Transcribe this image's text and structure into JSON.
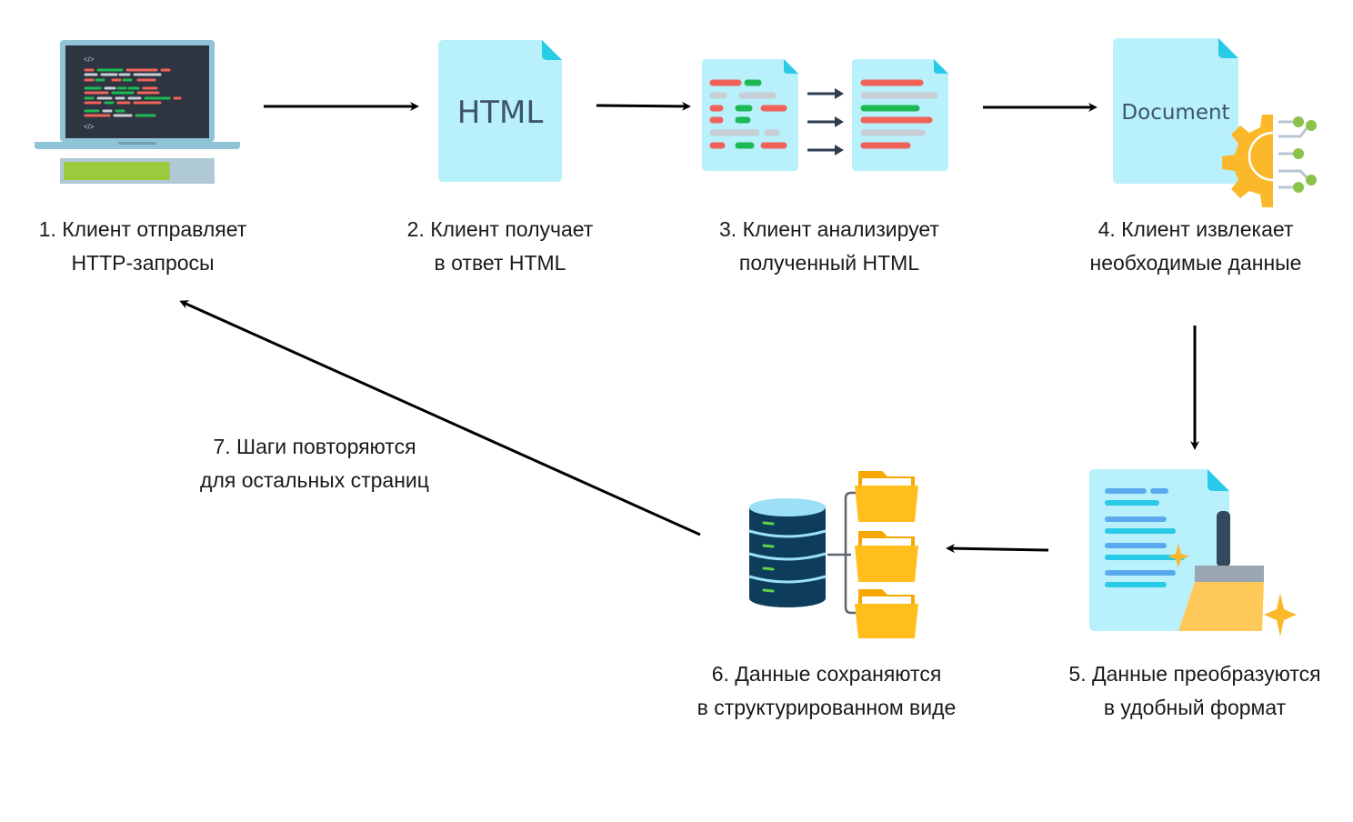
{
  "diagram": {
    "title": "",
    "steps": [
      {
        "number": "1",
        "line1": "1. Клиент отправляет",
        "line2": "HTTP-запросы",
        "icon": "laptop-code-icon"
      },
      {
        "number": "2",
        "line1": "2. Клиент получает",
        "line2": "в ответ HTML",
        "icon": "html-document-icon",
        "icon_text": "HTML"
      },
      {
        "number": "3",
        "line1": "3. Клиент анализирует",
        "line2": "полученный HTML",
        "icon": "parse-documents-icon"
      },
      {
        "number": "4",
        "line1": "4. Клиент извлекает",
        "line2": "необходимые данные",
        "icon": "document-gear-icon",
        "icon_text": "Document"
      },
      {
        "number": "5",
        "line1": "5. Данные преобразуются",
        "line2": "в удобный формат",
        "icon": "document-broom-icon"
      },
      {
        "number": "6",
        "line1": "6. Данные сохраняются",
        "line2": "в структурированном виде",
        "icon": "database-folders-icon"
      },
      {
        "number": "7",
        "line1": "7. Шаги повторяются",
        "line2": "для остальных страниц",
        "icon": ""
      }
    ],
    "edges": [
      {
        "from": "1",
        "to": "2"
      },
      {
        "from": "2",
        "to": "3"
      },
      {
        "from": "3",
        "to": "4"
      },
      {
        "from": "4",
        "to": "5"
      },
      {
        "from": "5",
        "to": "6"
      },
      {
        "from": "6",
        "to": "1",
        "label_step": "7"
      }
    ],
    "colors": {
      "doc_fill": "#b8f0fb",
      "doc_corner": "#29c9e8",
      "doc_text": "#3d5566",
      "code_red": "#f0625a",
      "code_green": "#1db954",
      "code_gray": "#c8cdd6",
      "laptop_frame": "#8fc3d6",
      "laptop_screen": "#2e3540",
      "progress_green": "#9bcb3c",
      "progress_track": "#afcad6",
      "gear_orange": "#fbb82b",
      "node_green": "#8bc34a",
      "db_navy": "#0e3d5c",
      "db_top": "#9be0f5",
      "folder_yellow": "#ffbe1c",
      "broom_handle": "#324a5e",
      "broom_bristles": "#ffc95a",
      "arrow": "#000000"
    },
    "progress_fraction": 0.72
  }
}
